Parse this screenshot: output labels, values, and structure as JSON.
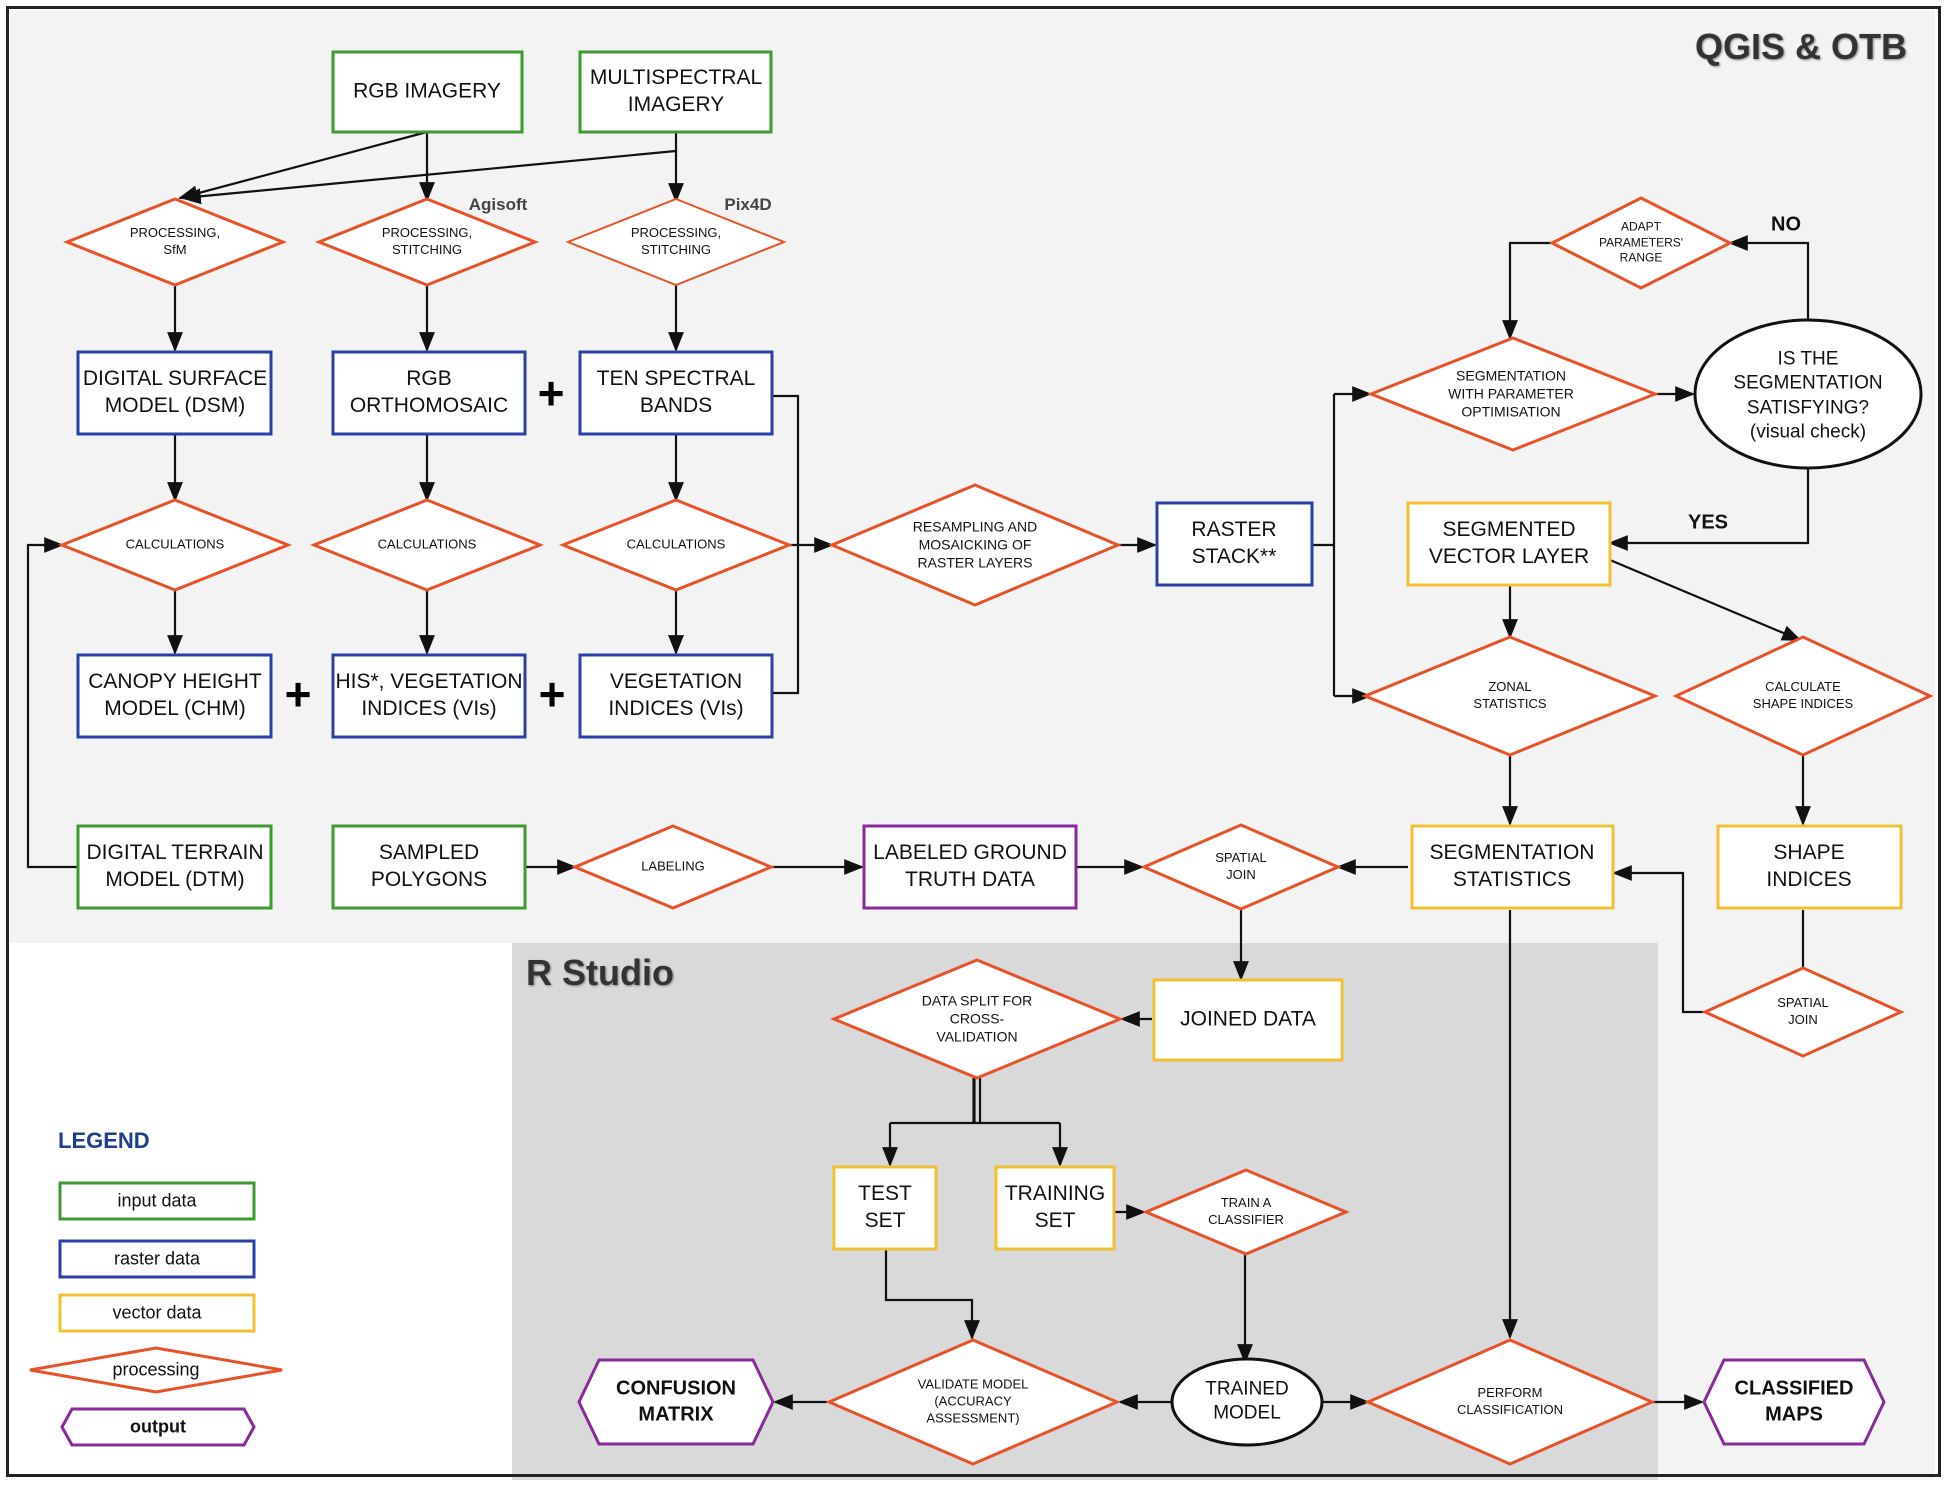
{
  "zones": {
    "qgis": "QGIS & OTB",
    "rstudio": "R Studio"
  },
  "tools": {
    "agisoft": "Agisoft",
    "pix4d": "Pix4D"
  },
  "branches": {
    "no": "NO",
    "yes": "YES"
  },
  "nodes": {
    "rgb_imagery": "RGB IMAGERY",
    "multispectral_imagery": "MULTISPECTRAL\nIMAGERY",
    "proc_sfm": "PROCESSING,\nSfM",
    "proc_stitch_rgb": "PROCESSING,\nSTITCHING",
    "proc_stitch_ms": "PROCESSING,\nSTITCHING",
    "dsm": "DIGITAL SURFACE\nMODEL (DSM)",
    "rgb_ortho": "RGB\nORTHOMOSAIC",
    "ten_bands": "TEN SPECTRAL\nBANDS",
    "calc_dsm": "CALCULATIONS",
    "calc_rgb": "CALCULATIONS",
    "calc_ms": "CALCULATIONS",
    "chm": "CANOPY HEIGHT\nMODEL (CHM)",
    "his_vi": "HIS*, VEGETATION\nINDICES (VIs)",
    "ms_vi": "VEGETATION\nINDICES (VIs)",
    "resample": "RESAMPLING AND\nMOSAICKING OF\nRASTER LAYERS",
    "raster_stack": "RASTER\nSTACK**",
    "segmentation": "SEGMENTATION\nWITH PARAMETER\nOPTIMISATION",
    "adapt": "ADAPT\nPARAMETERS'\nRANGE",
    "is_satisfying": "IS THE\nSEGMENTATION\nSATISFYING?\n(visual check)",
    "segmented_vector": "SEGMENTED\nVECTOR LAYER",
    "zonal_stats": "ZONAL\nSTATISTICS",
    "calc_shape": "CALCULATE\nSHAPE INDICES",
    "dtm": "DIGITAL TERRAIN\nMODEL (DTM)",
    "sampled_polygons": "SAMPLED\nPOLYGONS",
    "labeling": "LABELING",
    "labeled_gt": "LABELED GROUND\nTRUTH DATA",
    "spatial_join_1": "SPATIAL\nJOIN",
    "segmentation_stats": "SEGMENTATION\nSTATISTICS",
    "shape_indices": "SHAPE INDICES",
    "spatial_join_2": "SPATIAL\nJOIN",
    "joined_data": "JOINED DATA",
    "data_split": "DATA SPLIT FOR\nCROSS-\nVALIDATION",
    "test_set": "TEST\nSET",
    "training_set": "TRAINING\nSET",
    "train_classifier": "TRAIN A\nCLASSIFIER",
    "validate": "VALIDATE MODEL\n(ACCURACY\nASSESSMENT)",
    "trained_model": "TRAINED\nMODEL",
    "perform_classification": "PERFORM\nCLASSIFICATION",
    "confusion_matrix": "CONFUSION\nMATRIX",
    "classified_maps": "CLASSIFIED\nMAPS"
  },
  "legend": {
    "title": "LEGEND",
    "input": "input data",
    "raster": "raster data",
    "vector": "vector data",
    "processing": "processing",
    "output": "output"
  },
  "colors": {
    "input": "#3c9a2f",
    "raster": "#2a3fa8",
    "vector": "#f0c030",
    "processing": "#e8522a",
    "output": "#8a2a9a",
    "qgis_bg": "#f3f3f3",
    "rstudio_bg": "#d9d9d9"
  }
}
